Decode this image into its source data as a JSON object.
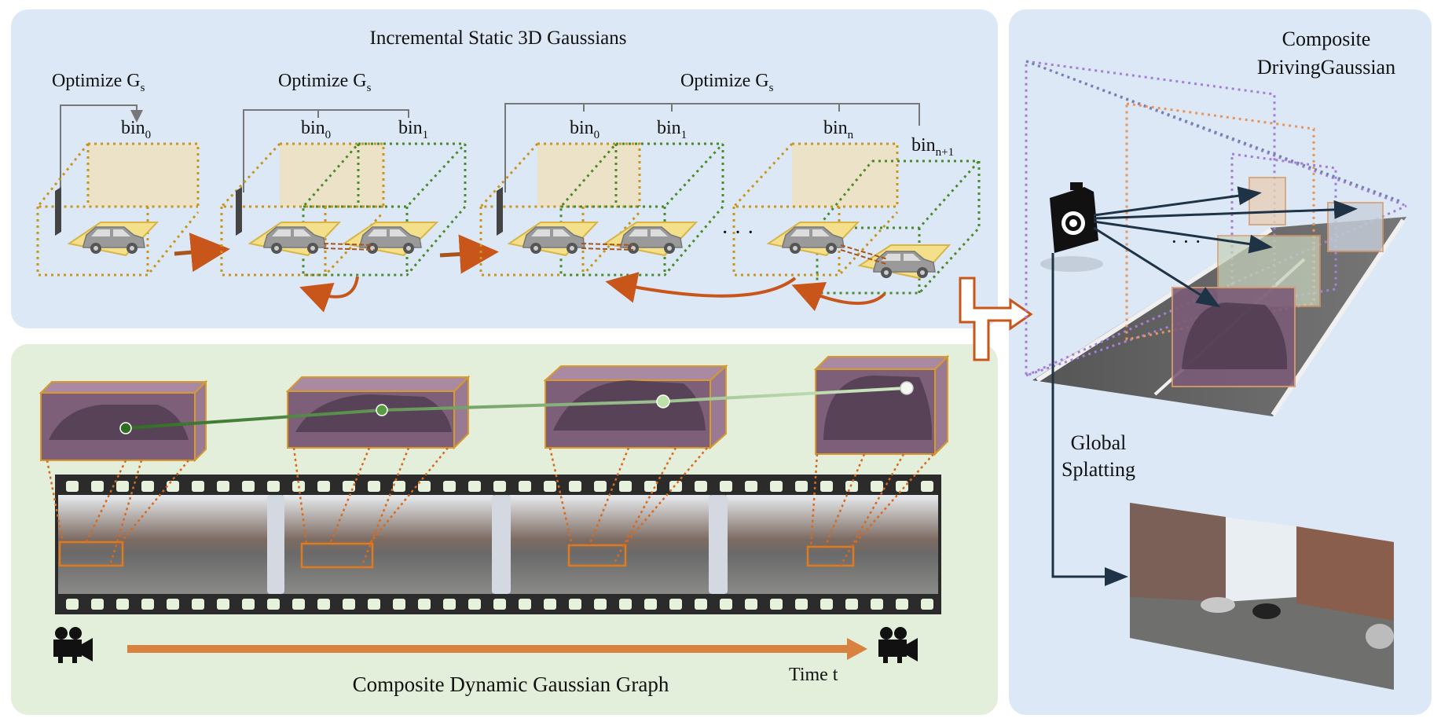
{
  "static_section": {
    "title": "Incremental Static 3D Gaussians",
    "stages": [
      {
        "optimize_label": "Optimize G",
        "optimize_sub": "s",
        "bins": [
          {
            "label": "bin",
            "sub": "0"
          }
        ]
      },
      {
        "optimize_label": "Optimize G",
        "optimize_sub": "s",
        "bins": [
          {
            "label": "bin",
            "sub": "0"
          },
          {
            "label": "bin",
            "sub": "1"
          }
        ]
      },
      {
        "optimize_label": "Optimize G",
        "optimize_sub": "s",
        "bins": [
          {
            "label": "bin",
            "sub": "0"
          },
          {
            "label": "bin",
            "sub": "1"
          },
          {
            "label": "bin",
            "sub": "n"
          },
          {
            "label": "bin",
            "sub": "n+1"
          }
        ]
      }
    ],
    "ellipsis": "· · ·"
  },
  "dynamic_section": {
    "title": "Composite Dynamic Gaussian Graph",
    "time_label": "Time t"
  },
  "composite_section": {
    "title_line1": "Composite",
    "title_line2": "DrivingGaussian",
    "splatting_line1": "Global",
    "splatting_line2": "Splatting",
    "ellipsis": "· · ·"
  },
  "colors": {
    "bin_old": "#c9951a",
    "bin_new": "#4a8a2a",
    "arrow_orange": "#c8561a",
    "time_arrow": "#d9813f",
    "frustum_purple": "#a57fd6",
    "frustum_blue": "#6e82b5",
    "car_box": "#7a5c7a"
  }
}
